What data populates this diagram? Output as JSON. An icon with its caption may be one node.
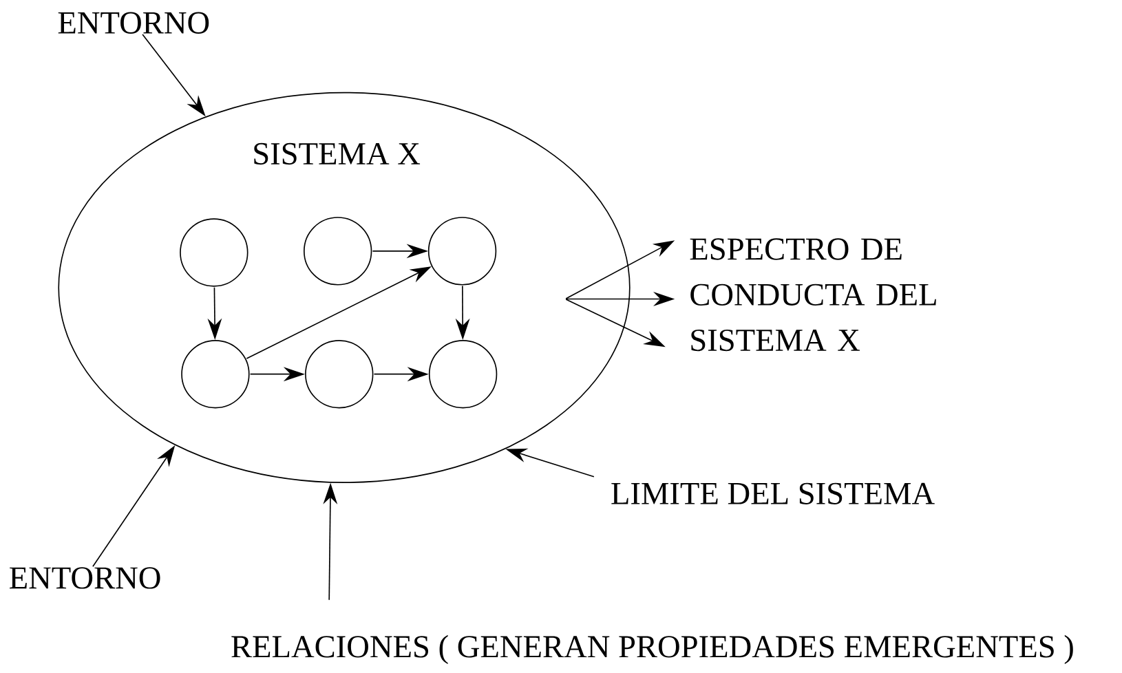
{
  "diagram": {
    "nodes": [
      {
        "text": [
          "SISTEMA X"
        ]
      },
      {
        "text": [],
        "shape": "circle",
        "in": 0
      },
      {
        "text": [],
        "shape": "circle",
        "in": 0
      },
      {
        "text": [],
        "shape": "circle",
        "in": 0
      },
      {
        "text": [],
        "shape": "circle",
        "in": 0
      },
      {
        "text": [],
        "shape": "circle",
        "in": 0
      },
      {
        "text": [],
        "shape": "circle",
        "in": 0
      },
      {
        "text": [
          "ESPECTRO DE CONDUCTA DEL SISTEMA X"
        ]
      },
      {
        "text": [
          "ENTORNO"
        ]
      },
      {
        "text": [
          "ENTORNO"
        ]
      },
      {
        "text": [
          "LIMITE DEL SISTEMA"
        ]
      },
      {
        "text": [
          "RELACIONES ( GENERAN PROPIEDADES EMERGENTES )"
        ]
      }
    ],
    "edges": [
      {
        "from": 1,
        "to": 4,
        "arrow": "to"
      },
      {
        "from": 2,
        "to": 3,
        "arrow": "to"
      },
      {
        "from": 4,
        "to": 3,
        "arrow": "to"
      },
      {
        "from": 3,
        "to": 6,
        "arrow": "to"
      },
      {
        "from": 4,
        "to": 5,
        "arrow": "to"
      },
      {
        "from": 5,
        "to": 6,
        "arrow": "to"
      },
      {
        "from": null,
        "to": 7,
        "arrow": "to"
      },
      {
        "from": null,
        "to": 7,
        "arrow": "to"
      },
      {
        "from": null,
        "to": 7,
        "arrow": "to"
      },
      {
        "from": 8,
        "to": 0,
        "arrow": "to"
      },
      {
        "from": 9,
        "to": 0,
        "arrow": "to"
      },
      {
        "from": 10,
        "to": 0,
        "arrow": "to"
      },
      {
        "from": 11,
        "to": 0,
        "arrow": "to"
      }
    ]
  }
}
